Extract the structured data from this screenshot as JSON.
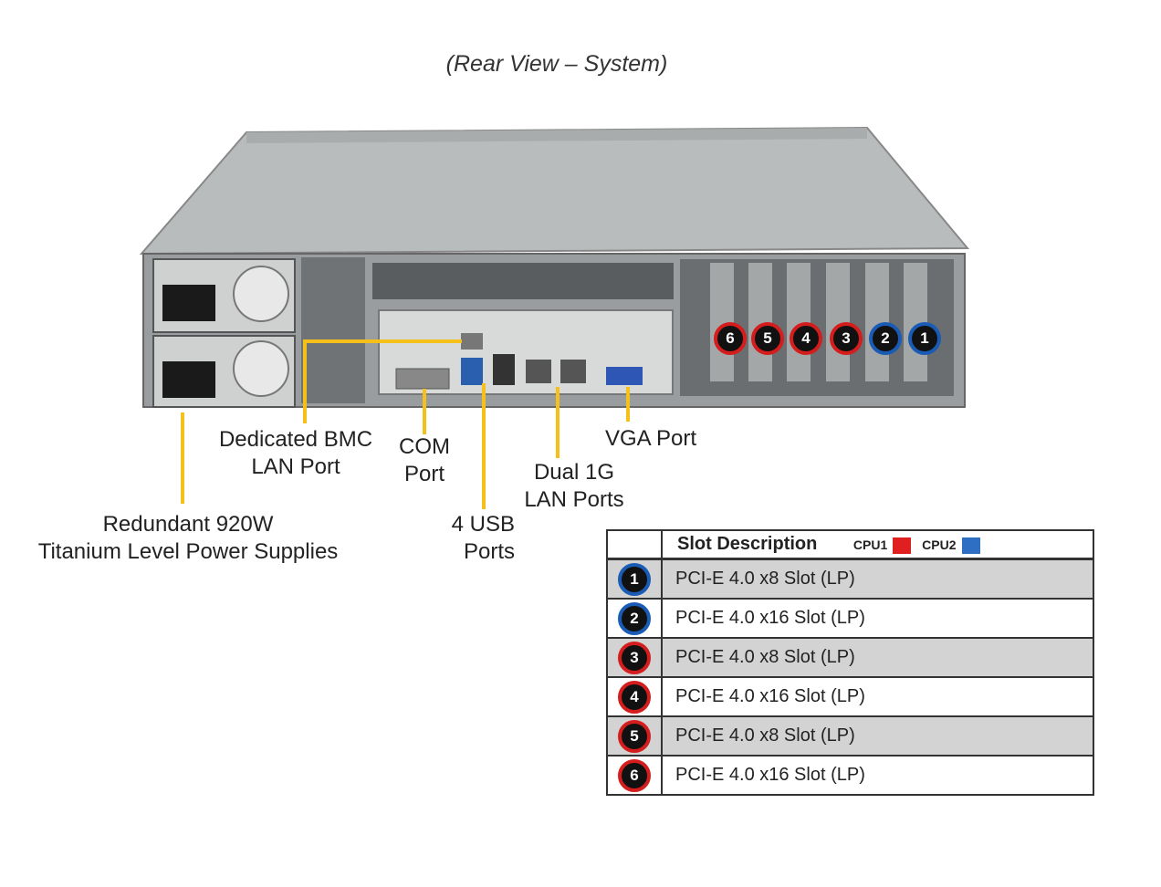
{
  "caption": "(Rear View – System)",
  "labels": {
    "power": [
      "Redundant  920W",
      "Titanium  Level  Power Supplies"
    ],
    "bmc": [
      "Dedicated BMC",
      "LAN Port"
    ],
    "com": [
      "COM",
      "Port"
    ],
    "usb": [
      "4 USB",
      "Ports"
    ],
    "lan": [
      "Dual 1G",
      "LAN Ports"
    ],
    "vga": "VGA Port"
  },
  "slot_badges": [
    "6",
    "5",
    "4",
    "3",
    "2",
    "1"
  ],
  "table": {
    "header": "Slot Description",
    "cpu1_label": "CPU1",
    "cpu2_label": "CPU2",
    "rows": [
      {
        "num": "1",
        "desc": "PCI-E 4.0 x8 Slot (LP)",
        "cpu": "CPU2"
      },
      {
        "num": "2",
        "desc": "PCI-E 4.0 x16 Slot (LP)",
        "cpu": "CPU2"
      },
      {
        "num": "3",
        "desc": "PCI-E 4.0 x8 Slot (LP)",
        "cpu": "CPU1"
      },
      {
        "num": "4",
        "desc": "PCI-E 4.0 x16 Slot (LP)",
        "cpu": "CPU1"
      },
      {
        "num": "5",
        "desc": "PCI-E 4.0 x8 Slot (LP)",
        "cpu": "CPU1"
      },
      {
        "num": "6",
        "desc": "PCI-E 4.0 x16 Slot (LP)",
        "cpu": "CPU1"
      }
    ]
  },
  "colors": {
    "cpu1": "#e02020",
    "cpu2": "#2e6fc4",
    "leader": "#f5c01a"
  }
}
